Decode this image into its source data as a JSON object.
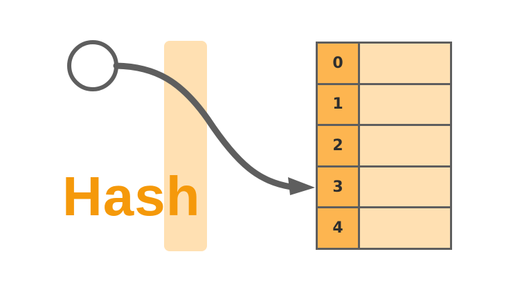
{
  "diagram": {
    "hash_label": "Hash",
    "bucket_indices": [
      "0",
      "1",
      "2",
      "3",
      "4"
    ],
    "target_bucket": "3",
    "colors": {
      "hash_text": "#f5990a",
      "hash_bar": "#ffe0b2",
      "index_cell": "#fdb550",
      "slot_cell": "#ffe0b2",
      "stroke": "#5e5e5e"
    }
  }
}
